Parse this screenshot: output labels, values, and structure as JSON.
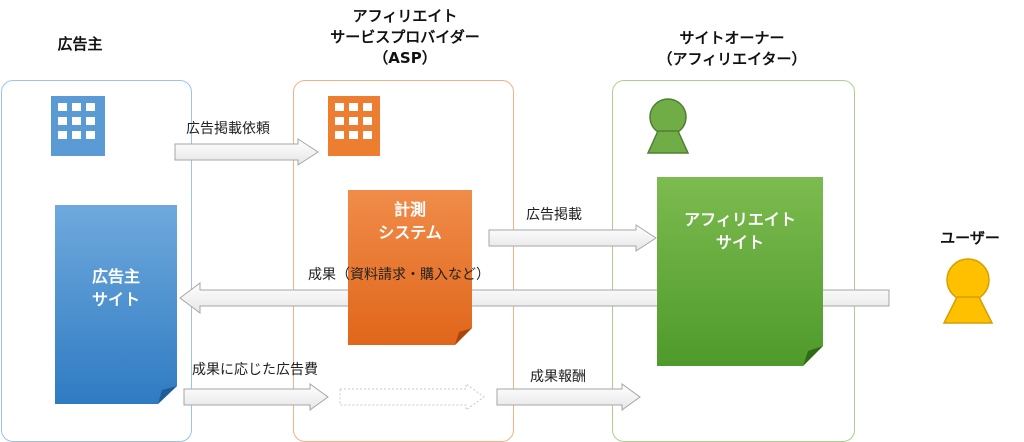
{
  "headings": {
    "advertiser": "広告主",
    "asp_line1": "アフィリエイト",
    "asp_line2": "サービスプロバイダー",
    "asp_line3": "（ASP）",
    "owner_line1": "サイトオーナー",
    "owner_line2": "（アフィリエイター）",
    "user": "ユーザー"
  },
  "boxes": {
    "advertiser_site_line1": "広告主",
    "advertiser_site_line2": "サイト",
    "measurement_line1": "計測",
    "measurement_line2": "システム",
    "affiliate_site_line1": "アフィリエイト",
    "affiliate_site_line2": "サイト"
  },
  "arrows": {
    "ad_request": "広告掲載依頼",
    "ad_placement": "広告掲載",
    "results": "成果（資料請求・購入など）",
    "ad_cost": "成果に応じた広告費",
    "reward": "成果報酬"
  },
  "colors": {
    "advertiser": "#5b9bd5",
    "asp": "#ed7d31",
    "owner": "#70ad47",
    "user": "#ffc000"
  }
}
